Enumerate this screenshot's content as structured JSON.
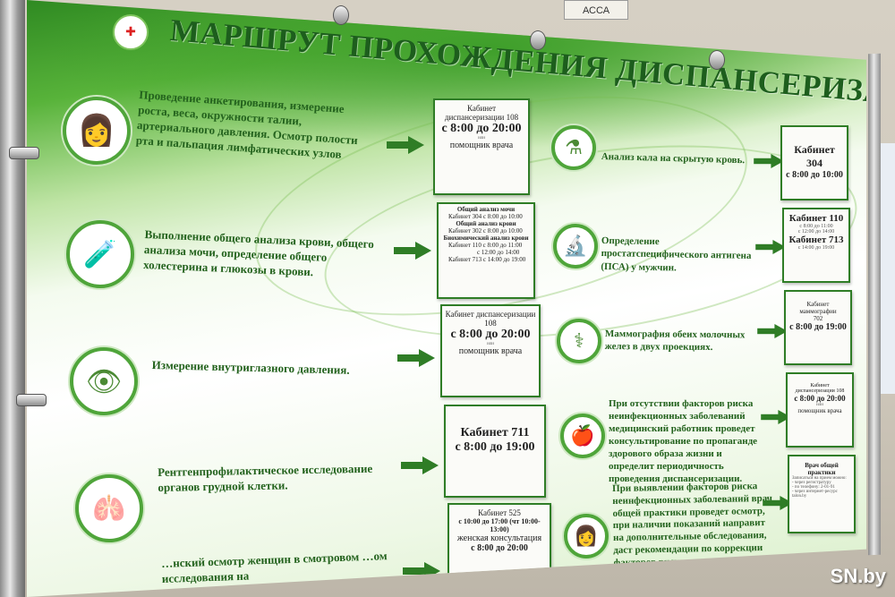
{
  "sign": "АССА",
  "title": "МАРШРУТ ПРОХОЖДЕНИЯ ДИСПАНСЕРИЗАЦИИ",
  "watermark": "SN.by",
  "left_steps": [
    {
      "icon": "doctor-icon",
      "text": "Проведение анкетирования, измерение роста, веса, окружности талии, артериального давления. Осмотр полости рта и пальпация лимфатических узлов"
    },
    {
      "icon": "blood-test-icon",
      "text": "Выполнение общего анализа крови, общего анализа мочи, определение общего холестерина и глюкозы в крови."
    },
    {
      "icon": "eye-icon",
      "text": "Измерение внутриглазного давления."
    },
    {
      "icon": "lungs-icon",
      "text": "Рентгенпрофилактическое исследование органов грудной клетки."
    },
    {
      "icon": "gynecology-icon",
      "text": "…нский осмотр женщин в смотровом …ом исследования на"
    }
  ],
  "right_steps": [
    {
      "icon": "test-tubes-icon",
      "text": "Анализ кала на скрытую кровь."
    },
    {
      "icon": "microscope-icon",
      "text": "Определение простатспецифического антигена (ПСА) у мужчин."
    },
    {
      "icon": "mammography-icon",
      "text": "Маммография обеих молочных желез в двух проекциях."
    },
    {
      "icon": "lifestyle-icon",
      "text": "При отсутствии факторов риска неинфекционных заболеваний медицинский работник проведет консультирование по пропаганде здорового образа жизни и определит периодичность проведения диспансеризации."
    },
    {
      "icon": "consultation-icon",
      "text": "При выявлении факторов риска неинфекционных заболеваний врач общей практики проведет осмотр, при наличии показаний направит на дополнительные обследования, даст рекомендации по коррекции факторов риска, лечению."
    }
  ],
  "cards": {
    "c1": {
      "t": "Кабинет диспансеризации 108",
      "big": "с 8:00 до 20:00",
      "or": "или",
      "mid": "помощник врача"
    },
    "c2": {
      "l1": "Общий анализ мочи",
      "l2": "Кабинет 304  с 8:00 до 10:00",
      "l3": "Общий анализ крови",
      "l4": "Кабинет 302  с 8:00 до 10:00",
      "l5": "Биохимический анализ крови",
      "l6": "Кабинет 110  с 8:00 до 11:00",
      "l7": "с 12:00 до 14:00",
      "l8": "Кабинет 713  с 14:00 до 19:00"
    },
    "c3": {
      "t": "Кабинет диспансеризации 108",
      "big": "с 8:00 до 20:00",
      "or": "или",
      "mid": "помощник врача"
    },
    "c4": {
      "big": "Кабинет 711",
      "big2": "с 8:00 до 19:00"
    },
    "c5": {
      "t": "Кабинет 525",
      "mid": "с 10:00 до 17:00 (чт 10:00-13:00)",
      "mid2": "женская консультация",
      "big": "с 8:00 до 20:00"
    },
    "r1": {
      "big": "Кабинет 304",
      "big2": "с 8:00 до 10:00"
    },
    "r2": {
      "big": "Кабинет 110",
      "l1": "с 8:00 до 11:00",
      "l2": "с 12:00 до 14:00",
      "big2": "Кабинет 713",
      "l3": "с 14:00 до 19:00"
    },
    "r3": {
      "t": "Кабинет маммографии",
      "t2": "702",
      "big": "с 8:00 до 19:00"
    },
    "r4": {
      "t": "Кабинет диспансеризации 108",
      "big": "с 8:00 до 20:00",
      "or": "или",
      "mid": "помощник врача"
    },
    "r5": {
      "t": "Врач общей практики",
      "l1": "Записаться на прием можно:",
      "l2": "- через регистратуру",
      "l3": "- по телефону: 2-01-91",
      "l4": "- через интернет-ресурс talon.by"
    }
  }
}
